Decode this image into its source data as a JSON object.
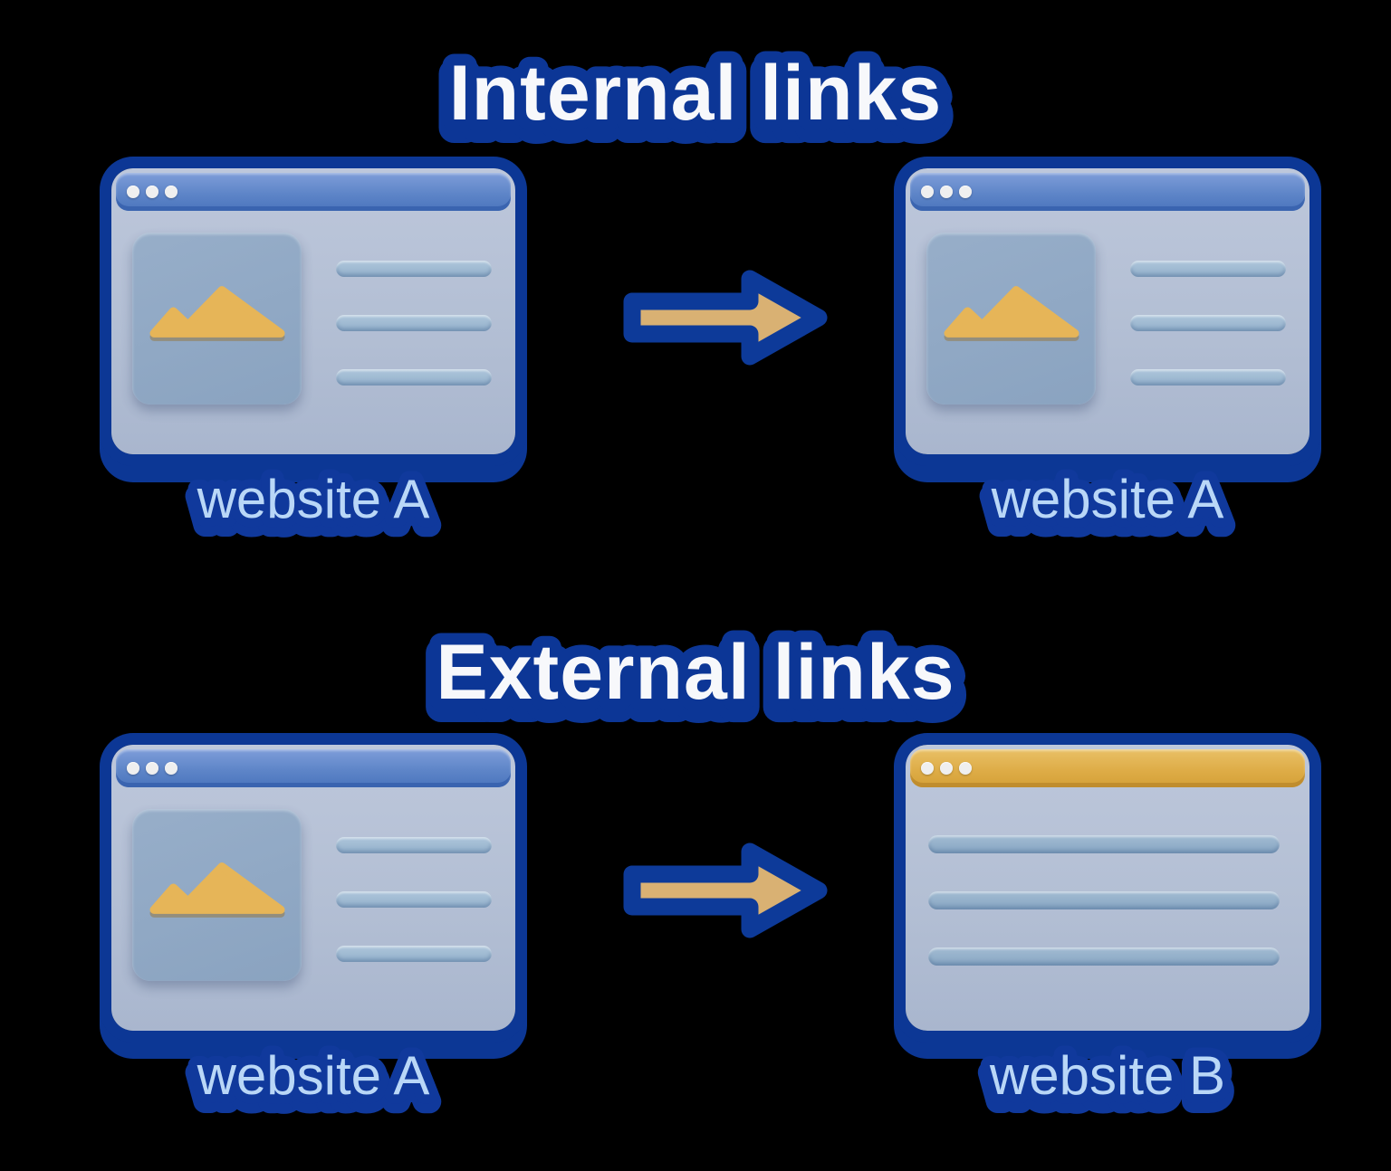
{
  "sections": [
    {
      "title": "Internal links",
      "source_window": {
        "label": "website A",
        "titlebar_style": "blue",
        "content": "image-with-text-lines",
        "text_lines": 3
      },
      "arrow": "right",
      "target_window": {
        "label": "website A",
        "titlebar_style": "blue",
        "content": "image-with-text-lines",
        "text_lines": 3
      }
    },
    {
      "title": "External links",
      "source_window": {
        "label": "website A",
        "titlebar_style": "blue",
        "content": "image-with-text-lines",
        "text_lines": 3
      },
      "arrow": "right",
      "target_window": {
        "label": "website B",
        "titlebar_style": "gold",
        "content": "text-lines-only",
        "text_lines": 3
      }
    }
  ],
  "icons": {
    "window_controls": "three-dots",
    "image_placeholder": "mountain-photo",
    "arrow": "right-arrow"
  },
  "colors": {
    "background": "#000000",
    "outline_navy": "#0c3795",
    "titlebar_blue": "#5e85c8",
    "titlebar_gold": "#dfae4a",
    "window_body": "#b9c3d8",
    "image_placeholder": "#8ea7c3",
    "mountain_gold": "#e6b558",
    "text_line_short": "#9dbbd4",
    "text_line_long": "#8fabc8",
    "arrow_fill": "#d9b173",
    "label_text": "#b9d7f7",
    "title_text": "#f7f8fb",
    "window_dot": "#efefef"
  }
}
